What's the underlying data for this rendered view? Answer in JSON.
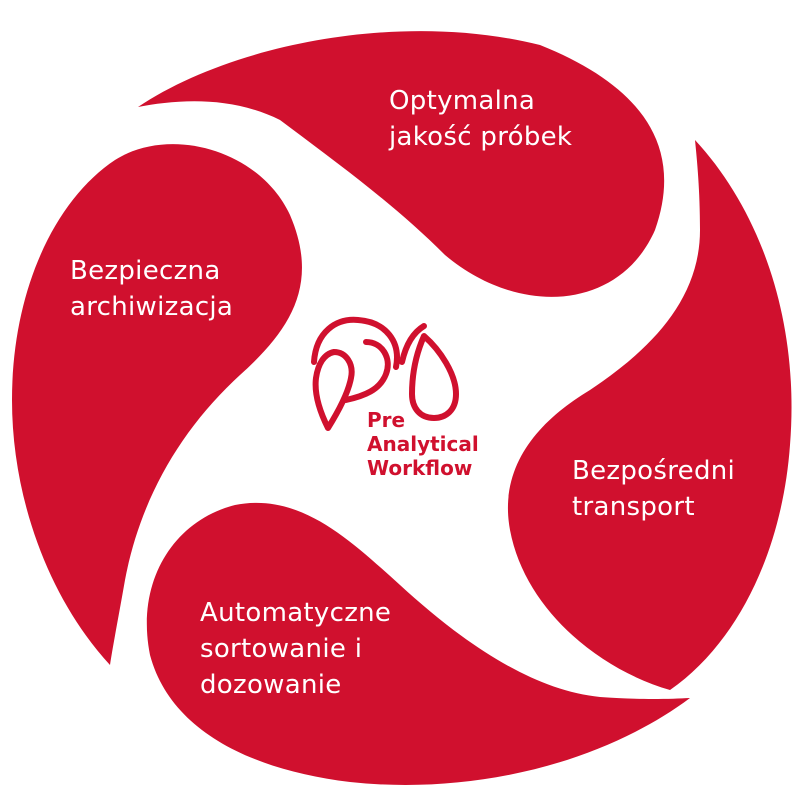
{
  "colors": {
    "petal": "#d0102e",
    "background": "#ffffff",
    "label_text": "#ffffff",
    "logo": "#d0102e"
  },
  "petals": {
    "top": {
      "lines": [
        "Optymalna",
        "jakość próbek"
      ]
    },
    "left": {
      "lines": [
        "Bezpieczna",
        "archiwizacja"
      ]
    },
    "right": {
      "lines": [
        "Bezpośredni",
        "transport"
      ]
    },
    "bottom": {
      "lines": [
        "Automatyczne",
        "sortowanie i",
        "dozowanie"
      ]
    }
  },
  "logo": {
    "icon": "droplets-logo-icon",
    "lines": [
      "Pre",
      "Analytical",
      "Workflow"
    ]
  }
}
